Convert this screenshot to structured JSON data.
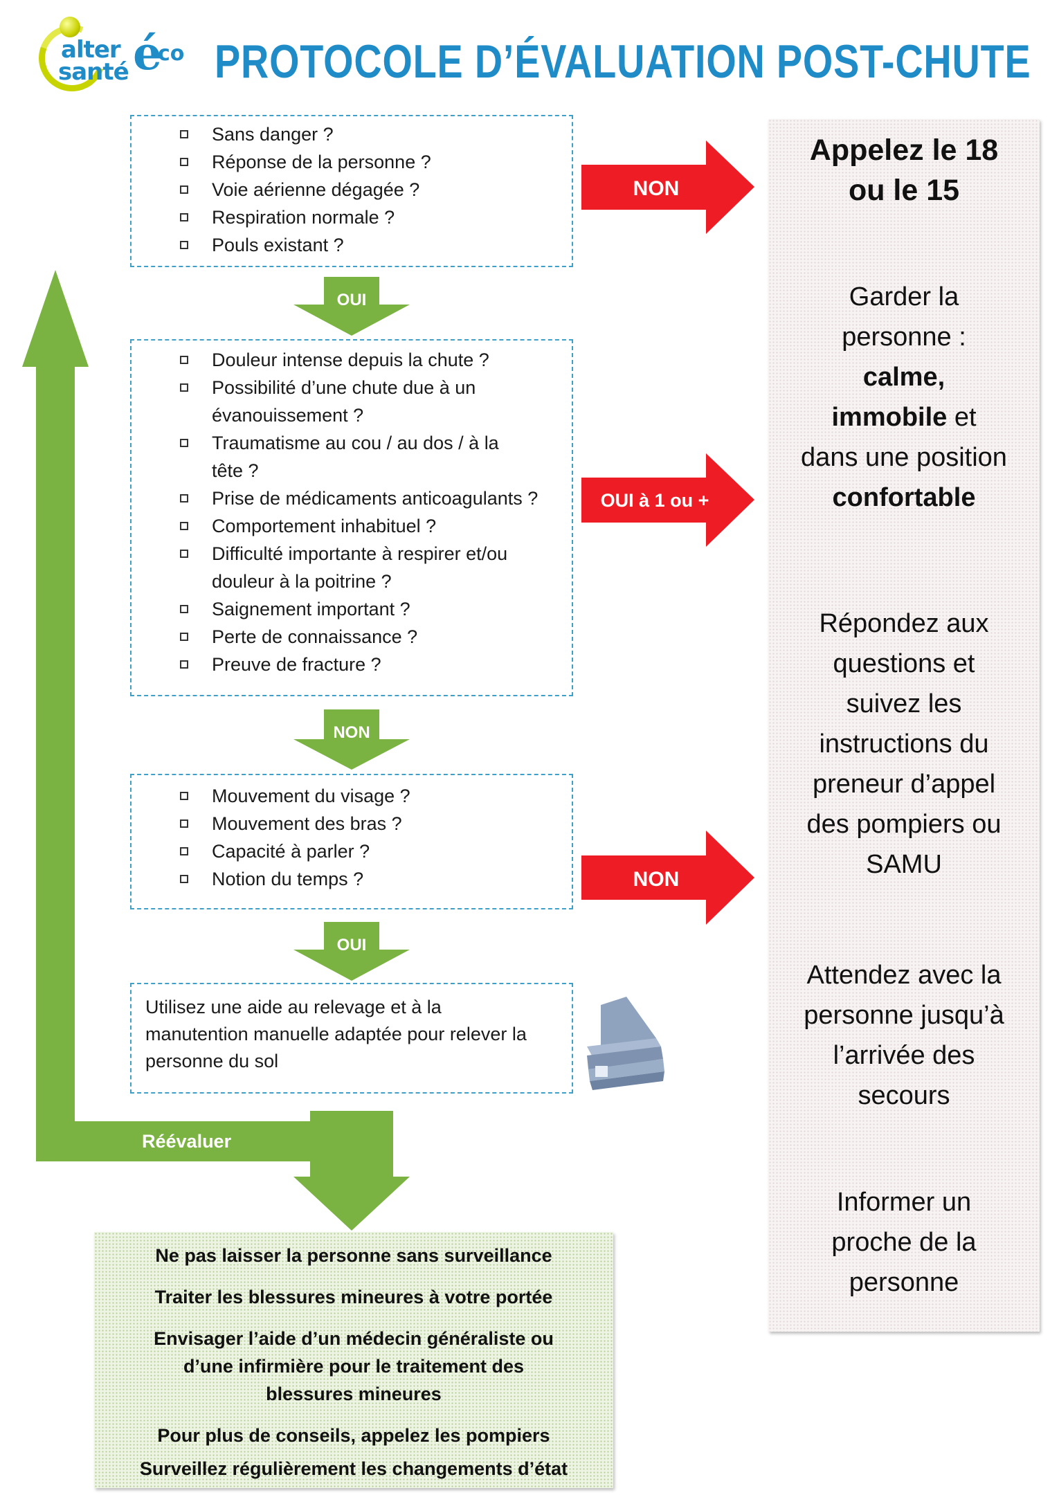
{
  "title": "PROTOCOLE D’ÉVALUATION POST-CHUTE",
  "logo": {
    "line1": "alter",
    "line2": "santé",
    "letter_e": "é",
    "co": "co"
  },
  "step1": [
    "Sans danger ?",
    "Réponse de la personne ?",
    "Voie aérienne dégagée ?",
    "Respiration normale ?",
    "Pouls existant ?"
  ],
  "step2": [
    "Douleur intense depuis la chute ?",
    "Possibilité d’une chute due à un",
    "évanouissement ?",
    "Traumatisme au cou / au dos / à la",
    "tête ?",
    "Prise de médicaments anticoagulants ?",
    "Comportement inhabituel ?",
    "Difficulté importante à respirer et/ou",
    "douleur à la poitrine ?",
    "Saignement important ?",
    "Perte de connaissance ?",
    "Preuve de fracture ?"
  ],
  "step3": [
    "Mouvement du visage ?",
    "Mouvement des bras ?",
    "Capacité à parler ?",
    "Notion du temps ?"
  ],
  "step4": [
    "Utilisez une aide au relevage et à la",
    "manutention manuelle adaptée pour relever la",
    "personne du sol"
  ],
  "arrows": {
    "oui1": "OUI",
    "non2": "NON",
    "oui3": "OUI",
    "right1": "NON",
    "right2": "OUI à 1 ou +",
    "right3": "NON",
    "reevaluer": "Réévaluer"
  },
  "right_panel": {
    "call_1": "Appelez le 18",
    "call_2": "ou le 15",
    "keep_1": "Garder la",
    "keep_2": "personne :",
    "keep_3": "calme,",
    "keep_4a": "immobile",
    "keep_4b": " et",
    "keep_5": "dans une position",
    "keep_6": "confortable",
    "answer": [
      "Répondez aux",
      "questions et",
      "suivez les",
      "instructions du",
      "preneur d’appel",
      "des pompiers ou",
      "SAMU"
    ],
    "wait": [
      "Attendez avec la",
      "personne jusqu’à",
      "l’arrivée des",
      "secours"
    ],
    "inform": [
      "Informer un",
      "proche de la",
      "personne"
    ]
  },
  "bottom_panel": [
    "Ne pas laisser la personne sans surveillance",
    "Traiter les blessures mineures à votre portée",
    "Envisager l’aide d’un médecin généraliste ou",
    "d’une infirmière pour le traitement des",
    "blessures mineures",
    "Pour plus de conseils, appelez les pompiers",
    "Surveillez régulièrement les changements d’état"
  ],
  "colors": {
    "title": "#1f8cc8",
    "green": "#7bb342",
    "red": "#ee1c25",
    "dash": "#3ea0c9"
  }
}
